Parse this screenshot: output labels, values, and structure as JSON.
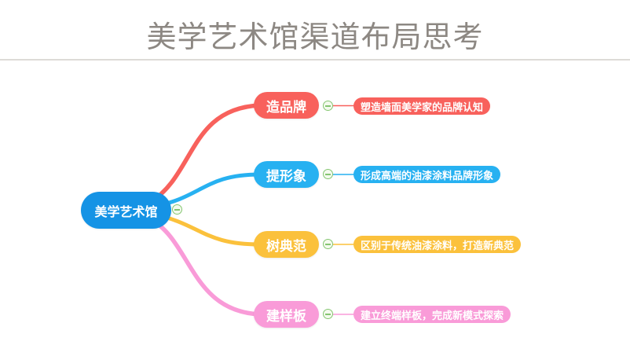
{
  "header": {
    "title": "美学艺术馆渠道布局思考",
    "title_color": "#8D8883"
  },
  "mindmap": {
    "root": {
      "label": "美学艺术馆",
      "color": "#1593E5",
      "text_color": "#FFFFFF"
    },
    "collapse_icon": {
      "name": "minus-collapse-icon",
      "fill": "#F4FAEE",
      "stroke": "#85C671"
    },
    "branches": [
      {
        "label": "造品牌",
        "color": "#F8615C",
        "child": "塑造墙面美学家的品牌认知"
      },
      {
        "label": "提形象",
        "color": "#27B1F1",
        "child": "形成高端的油漆涂料品牌形象"
      },
      {
        "label": "树典范",
        "color": "#FBC13C",
        "child": "区别于传统油漆涂料，打造新典范"
      },
      {
        "label": "建样板",
        "color": "#F99BD8",
        "child": "建立终端样板，完成新模式探索"
      }
    ]
  }
}
